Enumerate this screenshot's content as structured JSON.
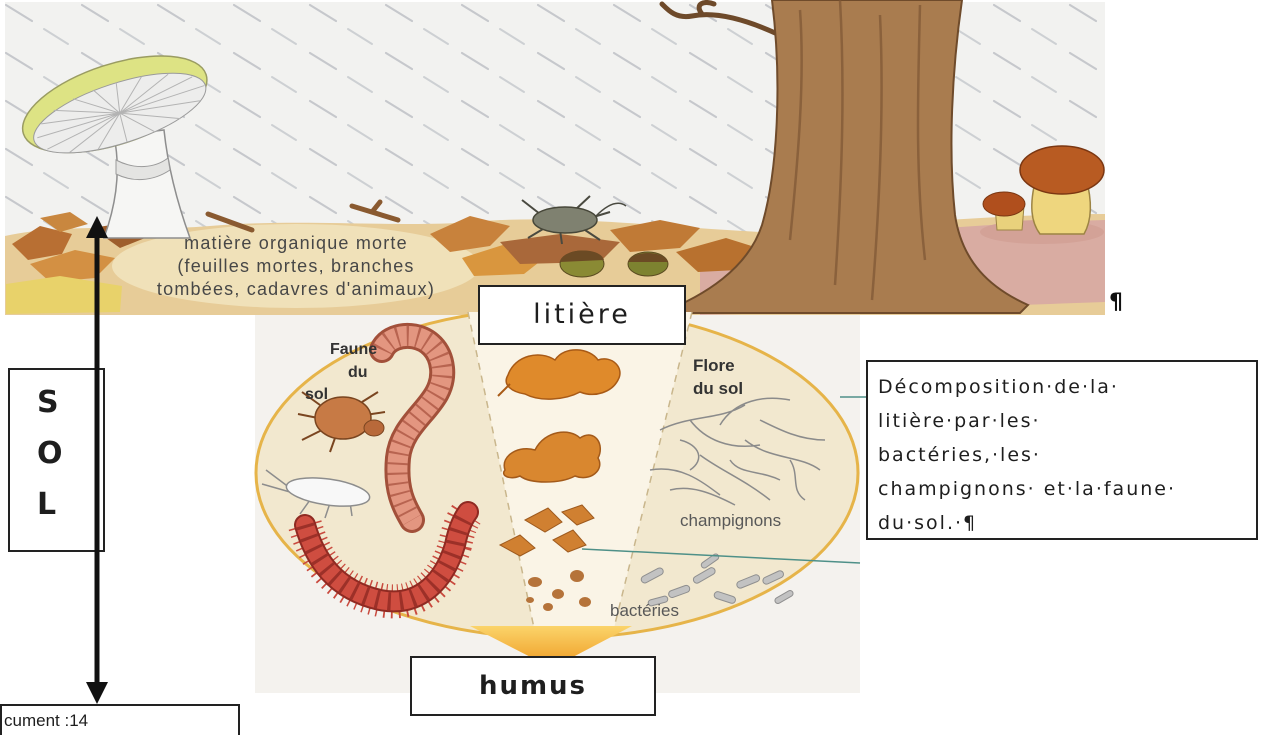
{
  "surface": {
    "dead_matter_label": [
      "matière organique morte",
      "(feuilles mortes, branches",
      "tombées, cadavres d'animaux)"
    ],
    "paragraph_mark": "¶"
  },
  "zoom": {
    "fauna_label": [
      "Faune",
      "du",
      "sol"
    ],
    "flora_label": [
      "Flore",
      "du sol"
    ],
    "fungi_label": "champignons",
    "bacteria_label": "bactéries"
  },
  "boxes": {
    "litter": "litière",
    "humus": "humus",
    "soil_letters": [
      "S",
      "O",
      "L"
    ],
    "document": "cument :14",
    "description": [
      "Décomposition·de·la·",
      "litière·par·les·",
      "bactéries,·les·",
      "champignons· et·la·faune·",
      "du·sol.·¶"
    ]
  },
  "colors": {
    "box_border": "#222222",
    "tree_trunk": "#a97c4f",
    "circle_outline": "#e6b449",
    "pointer_line": "#4e9088"
  }
}
